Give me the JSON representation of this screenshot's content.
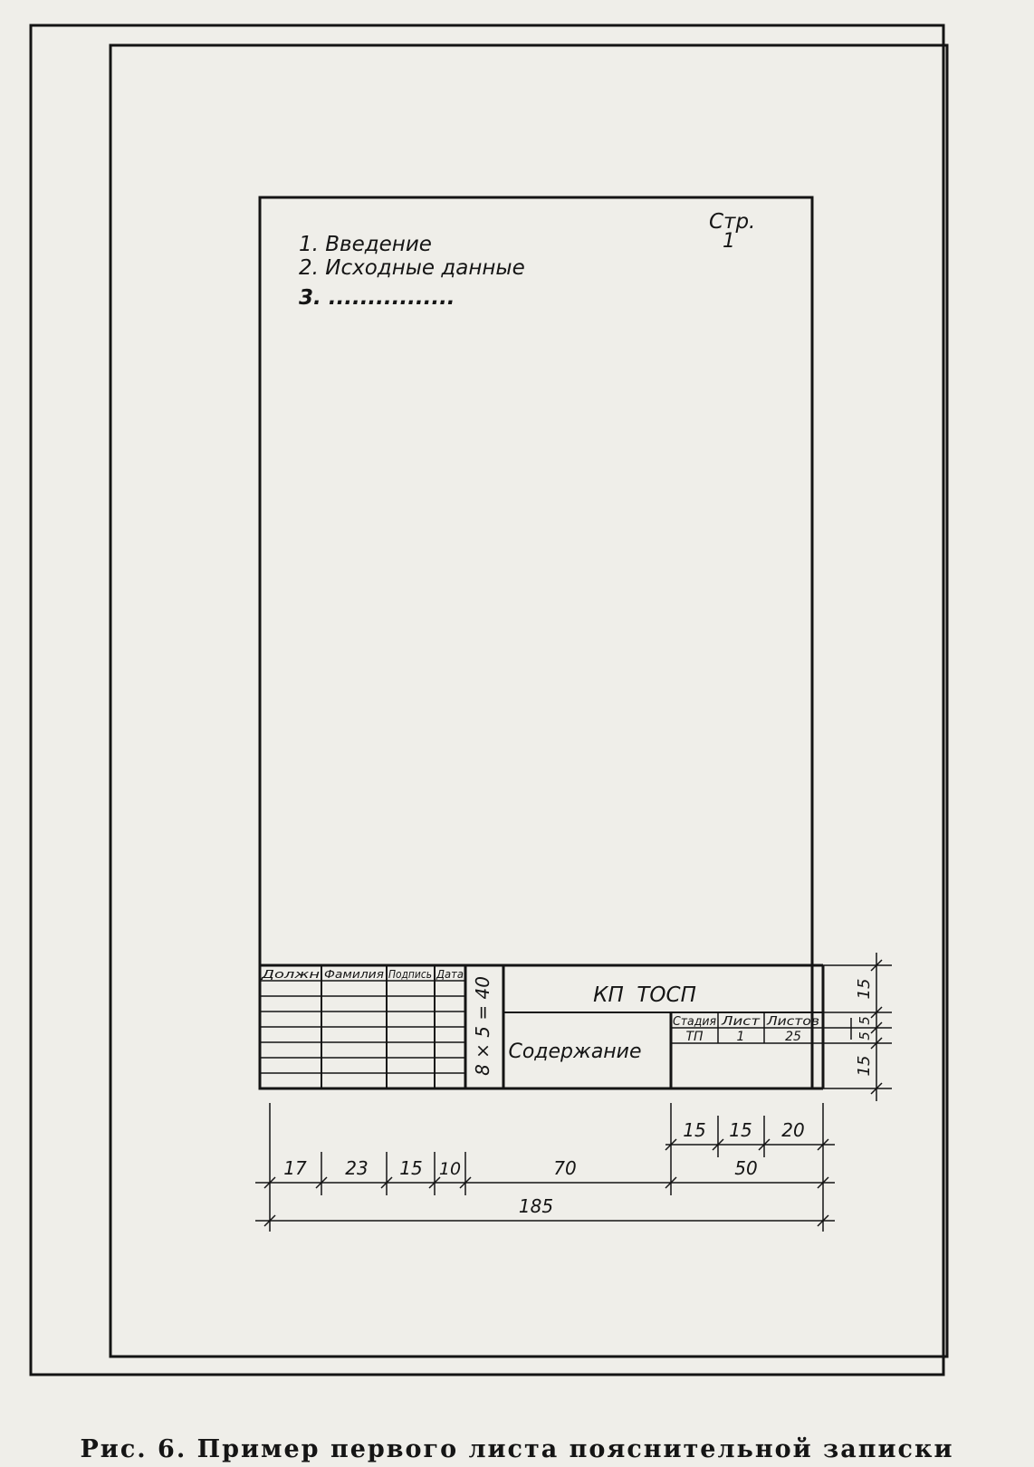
{
  "sheet": {
    "page_label": "Стр.",
    "page_number": "1",
    "contents": [
      "1. Введение",
      "2. Исходные данные",
      "3. ................"
    ]
  },
  "title_block": {
    "headers": [
      "Должн",
      "Фамилия",
      "Подпись",
      "Дата"
    ],
    "rows_label": "8 × 5 = 40",
    "code": "КП  ТОСП",
    "title": "Содержание",
    "stage_header": "Стадия",
    "sheet_header": "Лист",
    "sheets_header": "Листов",
    "stage_value": "ТП",
    "sheet_value": "1",
    "sheets_value": "25"
  },
  "dimensions": {
    "right": [
      "15",
      "5",
      "5",
      "15"
    ],
    "top_row": [
      "15",
      "15",
      "20"
    ],
    "middle_row": [
      "17",
      "23",
      "15",
      "10",
      "70",
      "50"
    ],
    "total": "185"
  },
  "caption": "Рис. 6. Пример первого листа пояснительной записки"
}
